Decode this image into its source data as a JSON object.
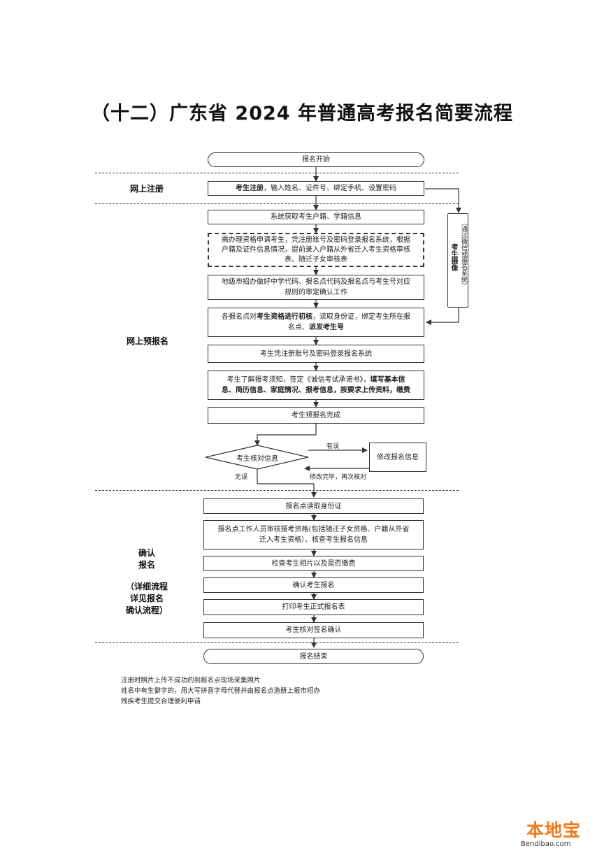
{
  "title": "（十二）广东省 2024 年普通高考报名简要流程",
  "sections": {
    "register": "网上注册",
    "pre": "网上预报名",
    "confirm_a": "确认",
    "confirm_b": "报名",
    "detail_a": "（详细流程",
    "detail_b": "详见报名",
    "detail_c": "确认流程）"
  },
  "steps": {
    "start": "报名开始",
    "register_bold": "考生注册",
    "register_rest": "，输入姓名、证件号、绑定手机、设置密码",
    "fetch": "系统获取考生户籍、学籍信息",
    "qualify_1": "需办理资格申请考生，凭注册账号及密码登录报名系统，根据",
    "qualify_2": "户籍及证件信息情况，提前录入户籍从外省迁入考生资格审核",
    "qualify_3": "表、随迁子女审核表",
    "city_1": "地级市招办做好中学代码、报名点代码及报名点与考生号对应",
    "city_2": "规则的审定确认工作",
    "site_pre": "各报名点对",
    "site_bold1": "考生资格进行初核",
    "site_mid": "，读取身份证，绑定考生所在报",
    "site_line2": "名点、",
    "site_bold2": "派发考生号",
    "login": "考生凭注册账号及密码登录报名系统",
    "fill_1a": "考生了解报考须知，签定《诚信考试承诺书》，",
    "fill_1b": "填写基本信",
    "fill_2": "息、简历信息、家庭情况、报考信息，按要求上传资料，缴费",
    "pre_done": "考生预报名完成",
    "verify": "考生核对信息",
    "modify": "修改报名信息",
    "has_error": "有误",
    "no_error": "无误",
    "recheck": "修改完毕，再次核对",
    "read_id": "报名点读取身份证",
    "review_1": "报名点工作人员审核报考资格(包括随迁子女资格、户籍从外省",
    "review_2": "迁入考生资格）、核查考生报名信息",
    "photo": "检查考生相片以及是否缴费",
    "confirm": "确认考生报名",
    "print": "打印考生正式报名表",
    "sign": "考生核对签名确认",
    "end": "报名结束"
  },
  "side": {
    "paren_text": "（通过微信或报名系统）",
    "photo_text": "考生摄像"
  },
  "notes": [
    "注册时照片上传不成功的到报名点现场采集照片",
    "姓名中有生僻字的，用大写拼音字母代替并由报名点造册上报市招办",
    "残疾考生提交合理便利申请"
  ],
  "logo": {
    "main": "本地宝",
    "sub": "Bendibao.com"
  }
}
